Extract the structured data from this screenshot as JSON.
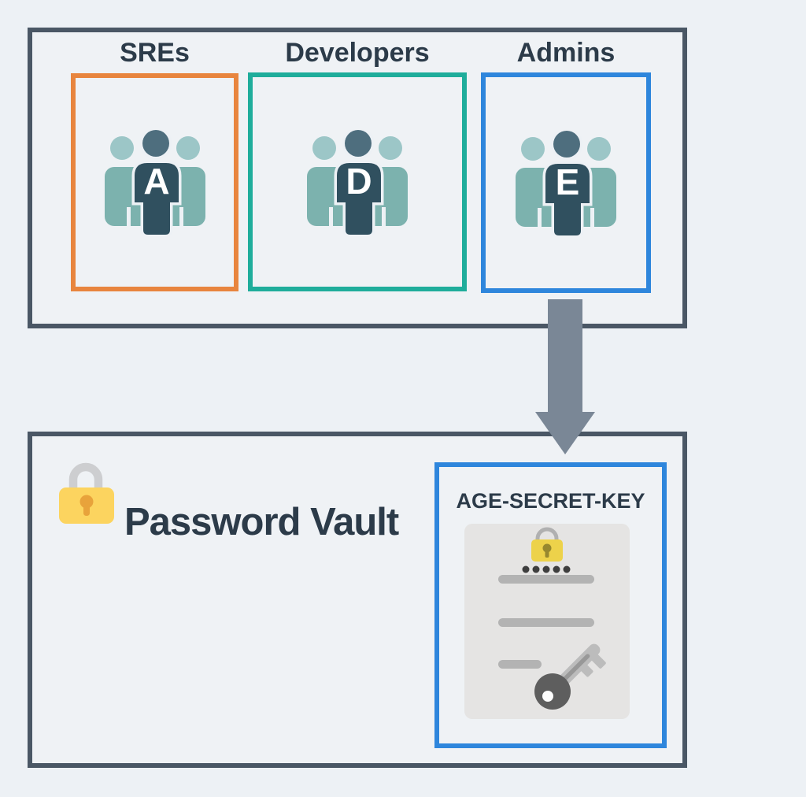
{
  "page": {
    "background_color": "#EDF1F5",
    "panel_border_color": "#4A5765",
    "text_color": "#2C3B49"
  },
  "top_panel": {
    "groups": [
      {
        "label": "SREs",
        "letter": "A",
        "border_color": "#E8853E",
        "icon": "people-group-icon"
      },
      {
        "label": "Developers",
        "letter": "D",
        "border_color": "#1FAD9B",
        "icon": "people-group-icon"
      },
      {
        "label": "Admins",
        "letter": "E",
        "border_color": "#2E86DC",
        "icon": "people-group-icon"
      }
    ],
    "people_icon_colors": {
      "side_head": "#9CC6C7",
      "side_body": "#7CB2AE",
      "center_head": "#4E6E7E",
      "center_body": "#30505F",
      "letter_color": "#FFFFFF"
    }
  },
  "arrow": {
    "icon": "down-arrow-icon",
    "direction": "down",
    "color": "#7A8796",
    "from": "Admins",
    "to": "AGE-SECRET-KEY"
  },
  "vault_panel": {
    "title": "Password Vault",
    "lock_icon": {
      "name": "padlock-icon",
      "body_color": "#FCD45F",
      "shackle_color": "#CDCED0",
      "keyhole_color": "#E8A33B"
    },
    "key_card": {
      "label": "AGE-SECRET-KEY",
      "border_color": "#2E86DC",
      "document_icon": {
        "name": "secret-key-document-icon",
        "background_color": "#E5E4E3",
        "small_lock_body_color": "#EDD24A",
        "small_lock_shackle_color": "#B0B0B0",
        "small_lock_keyhole_color": "#97882E",
        "password_dots_color": "#3E3E3E",
        "password_dots_count": 5,
        "text_bar_color": "#B3B3B3",
        "key_bow_color": "#5E5E5E",
        "key_shaft_color": "#BCBCBC",
        "key_groove_color": "#989898"
      }
    }
  }
}
